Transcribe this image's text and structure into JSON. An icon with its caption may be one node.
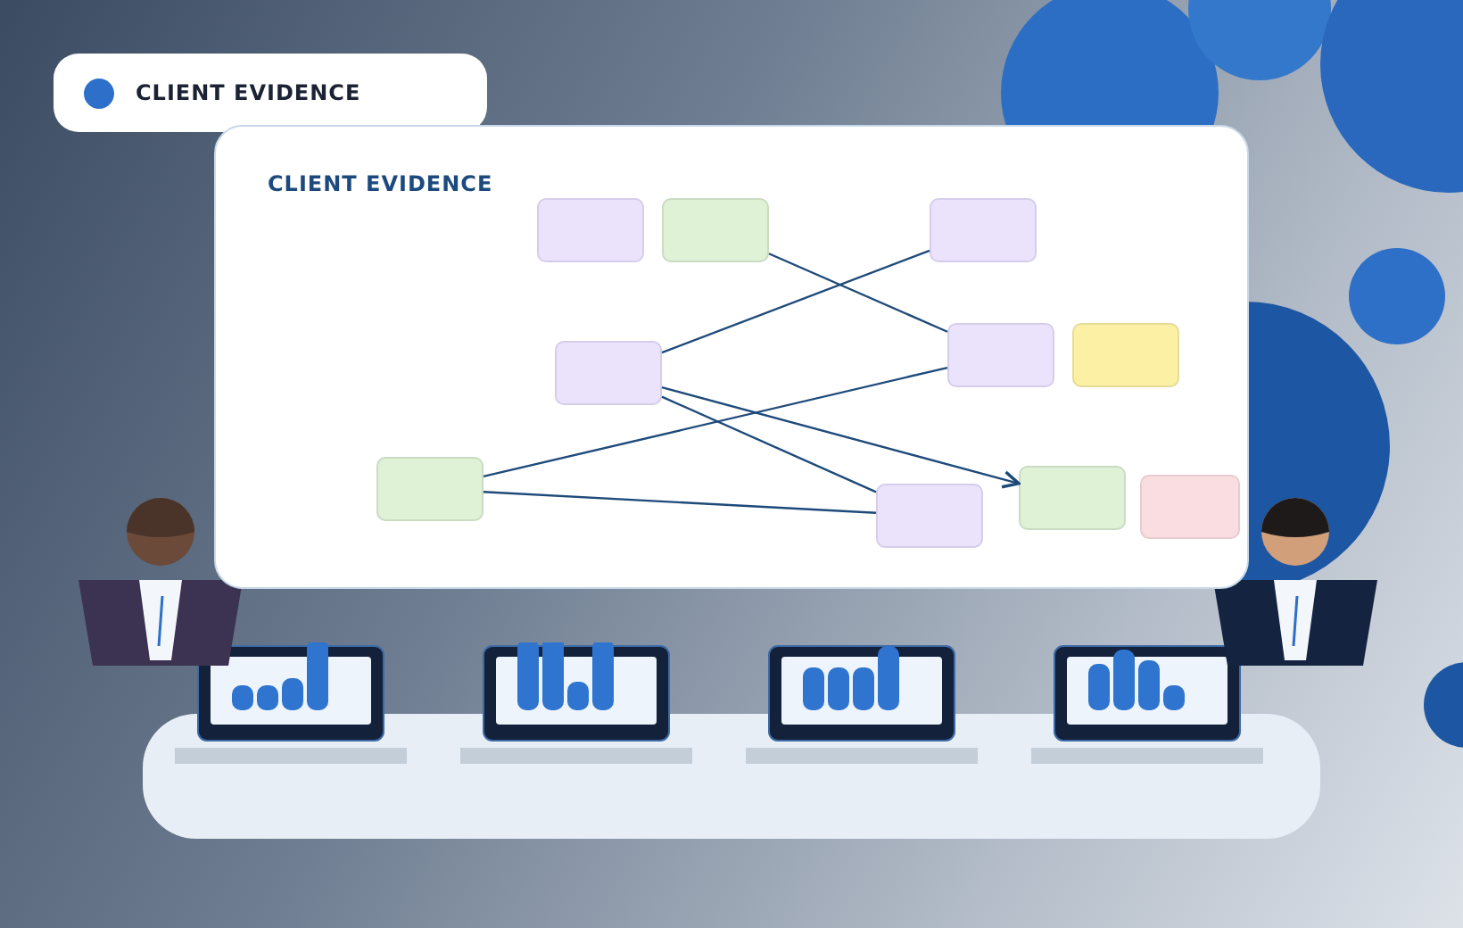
{
  "diagram": {
    "nodes": [
      {
        "text": [
          "CLIENT EVIDENCE"
        ]
      },
      {
        "text": [
          "CLIENT EVIDENCE"
        ]
      },
      {
        "text": [],
        "shape": "box",
        "in": 1
      },
      {
        "text": [],
        "shape": "box",
        "in": 1
      },
      {
        "text": [],
        "shape": "box",
        "in": 1
      },
      {
        "text": [],
        "shape": "box",
        "in": 1
      },
      {
        "text": [],
        "shape": "box",
        "in": 1
      },
      {
        "text": [],
        "shape": "box",
        "in": 1
      },
      {
        "text": [],
        "shape": "box",
        "in": 1
      },
      {
        "text": [],
        "shape": "box",
        "in": 1
      },
      {
        "text": [],
        "shape": "box",
        "in": 1
      },
      {
        "text": [],
        "shape": "box",
        "in": 1
      }
    ],
    "edges": [
      {
        "from": 2,
        "to": 9,
        "arrow": "none"
      },
      {
        "from": 2,
        "to": 6,
        "arrow": "none"
      },
      {
        "from": 3,
        "to": 8,
        "arrow": "none"
      },
      {
        "from": 3,
        "to": 6,
        "arrow": "none"
      },
      {
        "from": 3,
        "to": 7,
        "arrow": "to"
      },
      {
        "from": 4,
        "to": 9,
        "arrow": "none"
      }
    ]
  }
}
